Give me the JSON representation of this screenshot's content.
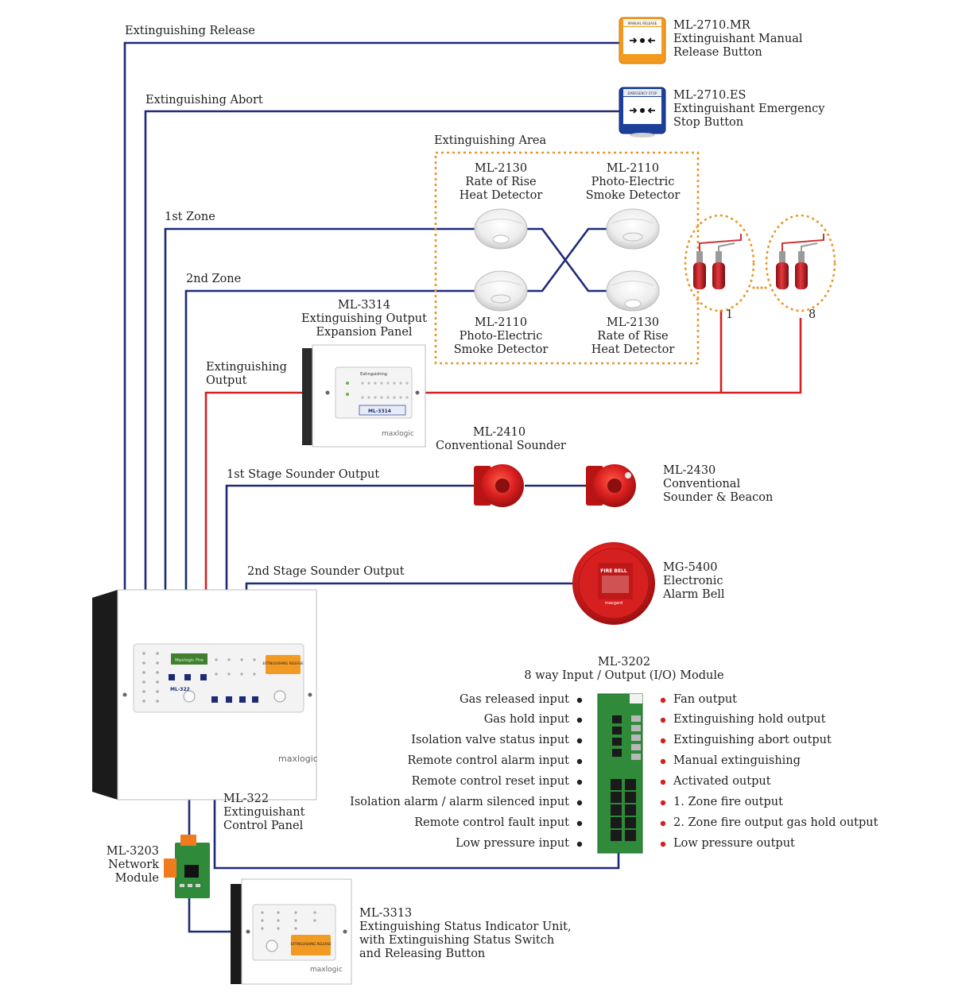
{
  "wire_labels": {
    "extinguishing_release": "Extinguishing Release",
    "extinguishing_abort": "Extinguishing Abort",
    "zone1": "1st Zone",
    "zone2": "2nd Zone",
    "extinguishing_output_1": "Extinguishing",
    "extinguishing_output_2": "Output",
    "stage1_sounder": "1st Stage Sounder Output",
    "stage2_sounder": "2nd Stage Sounder Output",
    "area": "Extinguishing Area"
  },
  "devices": {
    "manual_release": {
      "model": "ML-2710.MR",
      "line1": "Extinguishant Manual",
      "line2": "Release Button"
    },
    "emergency_stop": {
      "model": "ML-2710.ES",
      "line1": "Extinguishant Emergency",
      "line2": "Stop Button"
    },
    "det_tl": {
      "model": "ML-2130",
      "line1": "Rate of Rise",
      "line2": "Heat Detector"
    },
    "det_tr": {
      "model": "ML-2110",
      "line1": "Photo-Electric",
      "line2": "Smoke Detector"
    },
    "det_bl": {
      "model": "ML-2110",
      "line1": "Photo-Electric",
      "line2": "Smoke Detector"
    },
    "det_br": {
      "model": "ML-2130",
      "line1": "Rate of Rise",
      "line2": "Heat Detector"
    },
    "expansion": {
      "model": "ML-3314",
      "line1": "Extinguishing Output",
      "line2": "Expansion Panel"
    },
    "sounder": {
      "model": "ML-2410",
      "line1": "Conventional Sounder"
    },
    "sounder_beacon": {
      "model": "ML-2430",
      "line1": "Conventional",
      "line2": "Sounder & Beacon"
    },
    "bell": {
      "model": "MG-5400",
      "line1": "Electronic",
      "line2": "Alarm Bell"
    },
    "control_panel": {
      "model": "ML-322",
      "line1": "Extinguishant",
      "line2": "Control Panel"
    },
    "network": {
      "model": "ML-3203",
      "line1": "Network",
      "line2": "Module"
    },
    "io_module": {
      "model": "ML-3202",
      "line1": "8 way Input / Output (I/O) Module"
    },
    "status_unit": {
      "model": "ML-3313",
      "line1": "Extinguishing Status Indicator Unit,",
      "line2": "with Extinguishing Status Switch",
      "line3": "and Releasing Button"
    }
  },
  "cylinder_groups": [
    "1",
    "8"
  ],
  "io_inputs": [
    "Gas released input",
    "Gas hold input",
    "Isolation valve status input",
    "Remote control alarm input",
    "Remote control reset input",
    "Isolation alarm / alarm silenced input",
    "Remote control fault input",
    "Low pressure input"
  ],
  "io_outputs": [
    "Fan output",
    "Extinguishing hold output",
    "Extinguishing abort output",
    "Manual extinguishing",
    "Activated output",
    "1. Zone fire output",
    "2. Zone fire output gas hold output",
    "Low pressure output"
  ],
  "product_text": {
    "brand": "maxlogic",
    "manual_release_sign": "MANUAL RELEASE",
    "emergency_stop_sign": "EMERGENCY STOP",
    "bell_sign": "FIRE BELL",
    "bell_brand": "maxgard",
    "panel_lcd": "Maxlogic Fire",
    "panel_model": "ML-322",
    "panel_release_label": "EXTINGUISHING RELEASE",
    "status_release_label": "EXTINGUISHING RELEASE",
    "expansion_model": "ML-3314",
    "expansion_header": "Extinguishing"
  },
  "colors": {
    "signal_wire": "#1e2a78",
    "output_wire": "#d32020",
    "area_border": "#e8962a",
    "input_dot": "#222222",
    "output_dot": "#d32020"
  }
}
